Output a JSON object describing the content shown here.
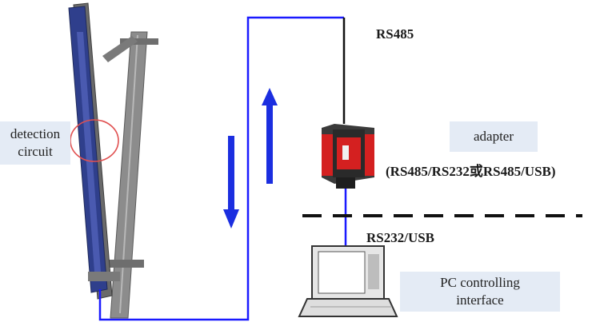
{
  "labels": {
    "rs485": "RS485",
    "detection_line1": "detection",
    "detection_line2": "circuit",
    "adapter": "adapter",
    "adapter_spec": "(RS485/RS232或RS485/USB)",
    "rs232_usb": "RS232/USB",
    "pc_line1": "PC controlling",
    "pc_line2": "interface"
  },
  "colors": {
    "wire": "#1a1aff",
    "arrow": "#1b2ee0",
    "rs485_wire": "#111111",
    "label_box": "#e4ebf5",
    "adapter_red": "#d42020",
    "adapter_dark": "#3a3a3a",
    "highlight_circle": "#e05050"
  },
  "icons": {
    "device": "solar-panel-mount-icon",
    "adapter": "adapter-box-icon",
    "pc": "laptop-icon"
  }
}
